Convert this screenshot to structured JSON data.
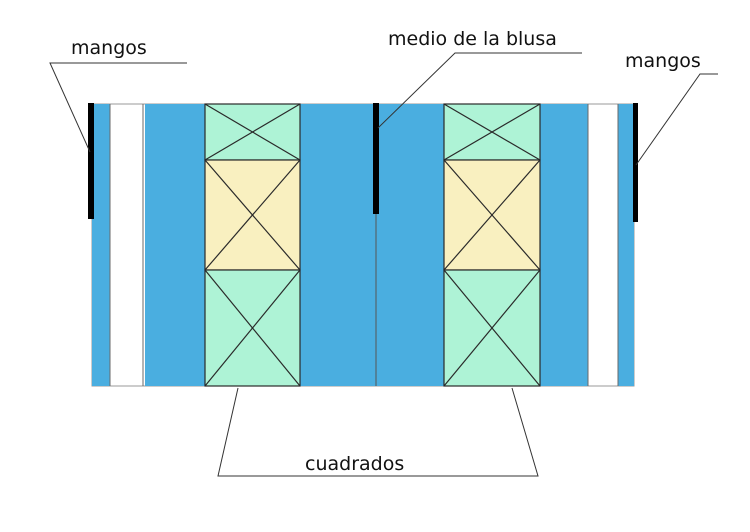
{
  "labels": {
    "sleeve_left": "mangos",
    "sleeve_right": "mangos",
    "center": "medio de la blusa",
    "squares": "cuadrados"
  },
  "colors": {
    "blue": "#4aaee0",
    "mint": "#aef3d6",
    "cream": "#f9f0c0",
    "outline": "#2a2a2a",
    "black_bar": "#000000",
    "line": "#333333"
  }
}
